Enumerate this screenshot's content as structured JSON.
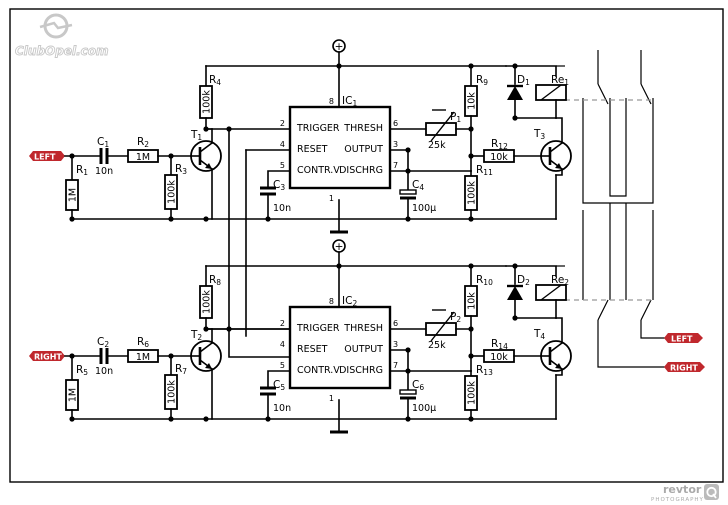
{
  "watermark": {
    "text": "ClubOpel.com",
    "icon": "opel-logo-icon"
  },
  "credit": {
    "brand": "revtor",
    "sub": "PHOTOGRAPHY"
  },
  "supply_symbol": "+",
  "channels": [
    {
      "input": "LEFT",
      "r_in": {
        "name": "R",
        "num": "1",
        "value": "1M"
      },
      "c_in": {
        "name": "C",
        "num": "1",
        "value": "10n"
      },
      "r_series": {
        "name": "R",
        "num": "2",
        "value": "1M"
      },
      "r_base": {
        "name": "R",
        "num": "3",
        "value": "100k"
      },
      "r_coll": {
        "name": "R",
        "num": "4",
        "value": "100k"
      },
      "t_in": {
        "name": "T",
        "num": "1"
      },
      "ic": {
        "name": "IC",
        "num": "1",
        "pins": [
          "TRIGGER",
          "RESET",
          "CONTR.V",
          "THRESH",
          "OUTPUT",
          "DISCHRG"
        ],
        "pin_numbers": [
          "2",
          "4",
          "5",
          "6",
          "3",
          "7",
          "8",
          "1"
        ]
      },
      "c_ctrl": {
        "name": "C",
        "num": "3",
        "value": "10n"
      },
      "c_tim": {
        "name": "C",
        "num": "4",
        "value": "100µ"
      },
      "pot": {
        "name": "P",
        "num": "1",
        "value": "25k"
      },
      "r_top": {
        "name": "R",
        "num": "9",
        "value": "10k"
      },
      "r_ob": {
        "name": "R",
        "num": "12",
        "value": "10k"
      },
      "r_bot": {
        "name": "R",
        "num": "11",
        "value": "100k"
      },
      "t_out": {
        "name": "T",
        "num": "3"
      },
      "diode": {
        "name": "D",
        "num": "1"
      },
      "relay": {
        "name": "Re",
        "num": "1"
      }
    },
    {
      "input": "RIGHT",
      "r_in": {
        "name": "R",
        "num": "5",
        "value": "1M"
      },
      "c_in": {
        "name": "C",
        "num": "2",
        "value": "10n"
      },
      "r_series": {
        "name": "R",
        "num": "6",
        "value": "1M"
      },
      "r_base": {
        "name": "R",
        "num": "7",
        "value": "100k"
      },
      "r_coll": {
        "name": "R",
        "num": "8",
        "value": "100k"
      },
      "t_in": {
        "name": "T",
        "num": "2"
      },
      "ic": {
        "name": "IC",
        "num": "2",
        "pins": [
          "TRIGGER",
          "RESET",
          "CONTR.V",
          "THRESH",
          "OUTPUT",
          "DISCHRG"
        ],
        "pin_numbers": [
          "2",
          "4",
          "5",
          "6",
          "3",
          "7",
          "8",
          "1"
        ]
      },
      "c_ctrl": {
        "name": "C",
        "num": "5",
        "value": "10n"
      },
      "c_tim": {
        "name": "C",
        "num": "6",
        "value": "100µ"
      },
      "pot": {
        "name": "P",
        "num": "2",
        "value": "25k"
      },
      "r_top": {
        "name": "R",
        "num": "10",
        "value": "10k"
      },
      "r_ob": {
        "name": "R",
        "num": "14",
        "value": "10k"
      },
      "r_bot": {
        "name": "R",
        "num": "13",
        "value": "100k"
      },
      "t_out": {
        "name": "T",
        "num": "4"
      },
      "diode": {
        "name": "D",
        "num": "2"
      },
      "relay": {
        "name": "Re",
        "num": "2"
      }
    }
  ],
  "outputs": [
    "LEFT",
    "RIGHT"
  ]
}
